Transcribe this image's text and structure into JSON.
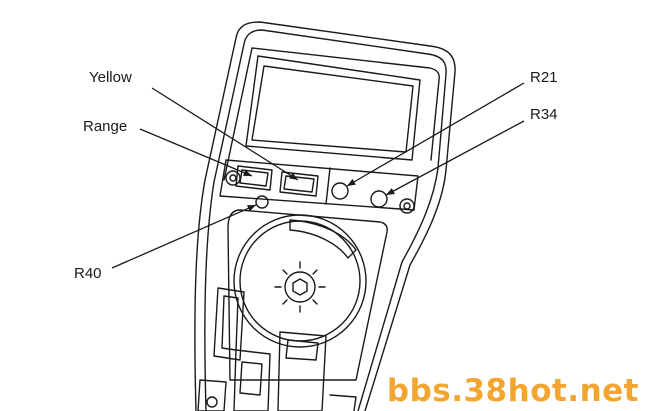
{
  "labels": {
    "yellow": "Yellow",
    "range": "Range",
    "r21": "R21",
    "r34": "R34",
    "r40": "R40"
  },
  "watermark": "bbs.38hot.net",
  "colors": {
    "line": "#1a1a1a",
    "watermark": "#f2a630"
  }
}
